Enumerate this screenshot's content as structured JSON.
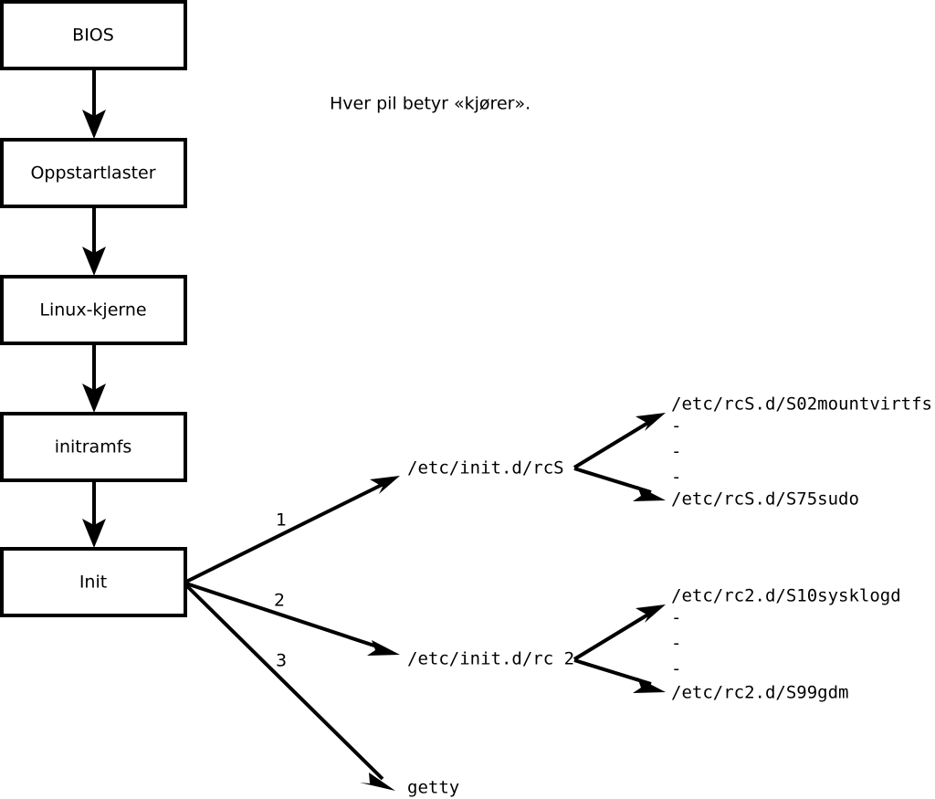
{
  "diagram": {
    "note": "Hver pil betyr «kjører».",
    "boot_chain": [
      {
        "label": "BIOS"
      },
      {
        "label": "Oppstartlaster"
      },
      {
        "label": "Linux-kjerne"
      },
      {
        "label": "initramfs"
      },
      {
        "label": "Init"
      }
    ],
    "init_branches": [
      {
        "number": "1",
        "label": "/etc/init.d/rcS"
      },
      {
        "number": "2",
        "label": "/etc/init.d/rc 2"
      },
      {
        "number": "3",
        "label": "getty"
      }
    ],
    "rcs_scripts": {
      "first": "/etc/rcS.d/S02mountvirtfs",
      "ellipsis": [
        "-",
        "-",
        "-"
      ],
      "last": "/etc/rcS.d/S75sudo"
    },
    "rc2_scripts": {
      "first": "/etc/rc2.d/S10sysklogd",
      "ellipsis": [
        "-",
        "-",
        "-"
      ],
      "last": "/etc/rc2.d/S99gdm"
    },
    "colors": {
      "background": "#ffffff",
      "stroke": "#000000",
      "text": "#000000"
    }
  }
}
